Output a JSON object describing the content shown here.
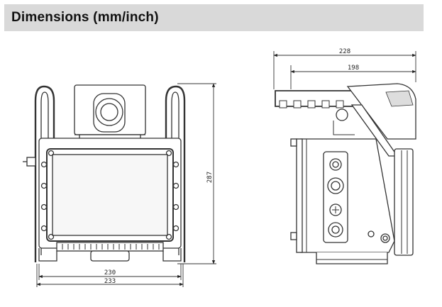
{
  "header": {
    "title": "Dimensions (mm/inch)"
  },
  "front_view": {
    "width_inner_label": "230",
    "width_outer_label": "233",
    "height_label": "287"
  },
  "side_view": {
    "depth_total_label": "228",
    "depth_top_label": "198"
  },
  "colors": {
    "header_bg": "#d9d9d9",
    "line": "#333333",
    "screen_fill": "#f7f7f7"
  }
}
